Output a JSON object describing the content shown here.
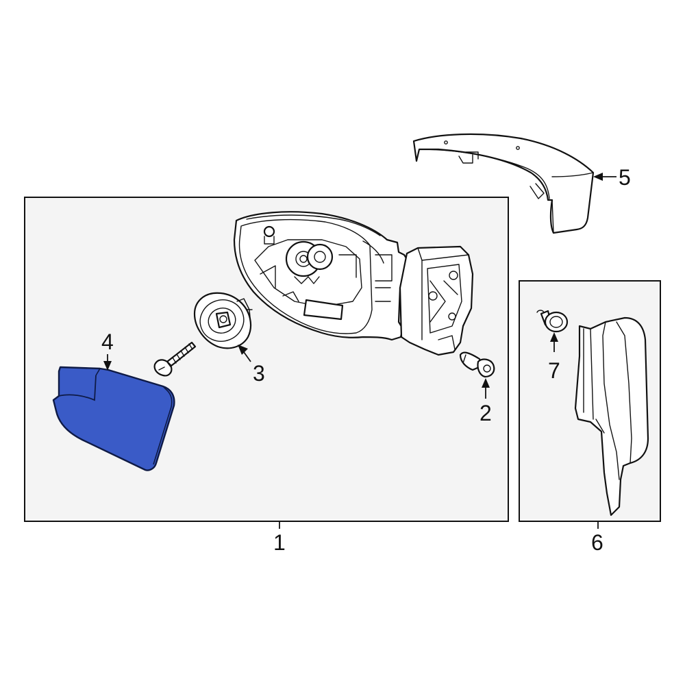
{
  "colors": {
    "line": "#111111",
    "box": "#f4f4f4",
    "highlight": "#3a5bc7",
    "highlight_stroke": "#0e1a45"
  },
  "callouts": {
    "c1": "1",
    "c2": "2",
    "c3": "3",
    "c4": "4",
    "c5": "5",
    "c6": "6",
    "c7": "7"
  },
  "highlighted_part": "4"
}
